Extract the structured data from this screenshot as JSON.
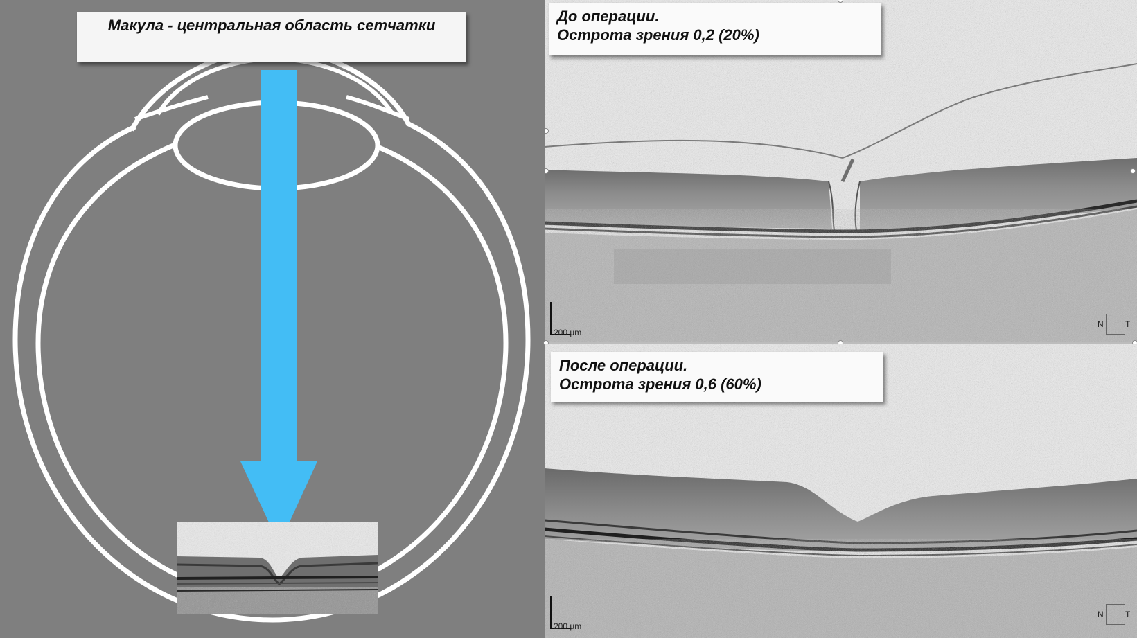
{
  "macula_callout": {
    "text": "Макула - центральная область сетчатки"
  },
  "scan_before": {
    "title": "До операции.",
    "acuity": "Острота зрения 0,2 (20%)",
    "scale": "200 µm",
    "orient_n": "N",
    "orient_t": "T"
  },
  "scan_after": {
    "title": "После операции.",
    "acuity": "Острота зрения 0,6 (60%)",
    "scale": "200 µm",
    "orient_n": "N",
    "orient_t": "T"
  },
  "colors": {
    "left_background": "#7f7f7f",
    "eye_outline": "#ffffff",
    "arrow": "#43bdf5"
  },
  "icons": {
    "eye": "eye-cross-section-diagram",
    "arrow": "down-arrow-icon"
  }
}
